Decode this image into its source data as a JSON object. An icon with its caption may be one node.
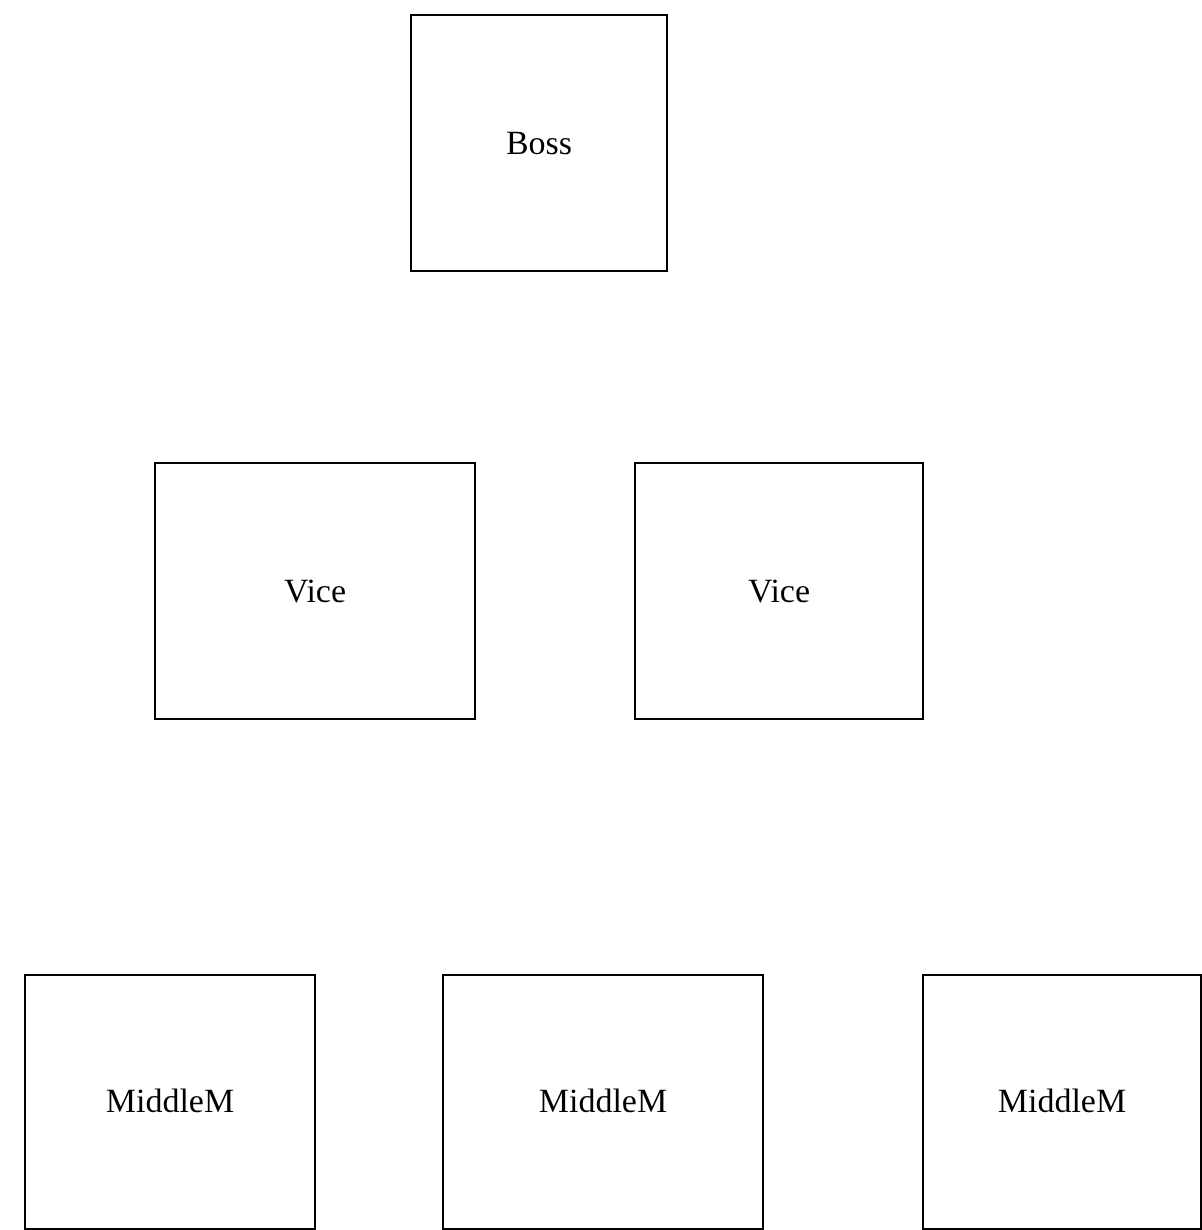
{
  "diagram": {
    "nodes": [
      {
        "text": [
          "Boss"
        ]
      },
      {
        "text": [
          "Vice"
        ]
      },
      {
        "text": [
          "Vice"
        ]
      },
      {
        "text": [
          "MiddleM"
        ]
      },
      {
        "text": [
          "MiddleM"
        ]
      },
      {
        "text": [
          "MiddleM"
        ]
      }
    ]
  }
}
